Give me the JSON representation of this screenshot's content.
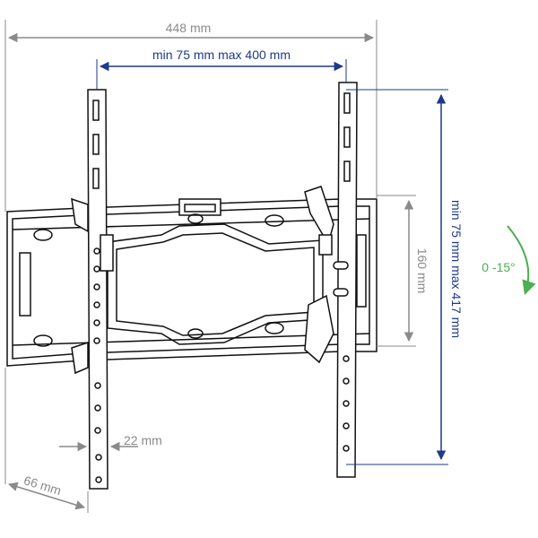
{
  "dimensions": {
    "overall_width": "448 mm",
    "vesa_horizontal": "min 75 mm max 400 mm",
    "vesa_vertical": "min 75 mm max 417 mm",
    "wall_plate_height": "160 mm",
    "arm_width": "22 mm",
    "depth": "66 mm",
    "tilt": "0 -15°"
  },
  "colors": {
    "grey_dimension": "#8a8a8a",
    "blue_dimension": "#1e3a8a",
    "tilt_arrow": "#4caf50",
    "bracket_line": "#111111"
  }
}
